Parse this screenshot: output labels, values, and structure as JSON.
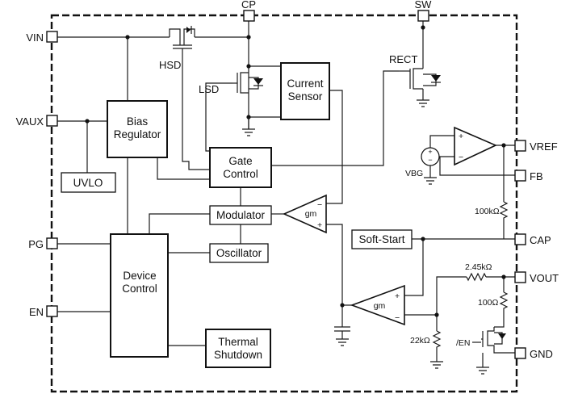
{
  "pins": {
    "vin": "VIN",
    "vaux": "VAUX",
    "pg": "PG",
    "en": "EN",
    "cp": "CP",
    "sw": "SW",
    "vref": "VREF",
    "fb": "FB",
    "cap": "CAP",
    "vout": "VOUT",
    "gnd": "GND"
  },
  "blocks": {
    "bias_regulator": [
      "Bias",
      "Regulator"
    ],
    "uvlo": "UVLO",
    "device_control": [
      "Device",
      "Control"
    ],
    "current_sensor": [
      "Current",
      "Sensor"
    ],
    "gate_control": [
      "Gate",
      "Control"
    ],
    "modulator": "Modulator",
    "oscillator": "Oscillator",
    "thermal_shutdown": [
      "Thermal",
      "Shutdown"
    ],
    "soft_start": "Soft-Start"
  },
  "devices": {
    "hsd": "HSD",
    "lsd": "LSD",
    "rect": "RECT",
    "vbg": "VBG",
    "en_bar": "/EN"
  },
  "amplifiers": {
    "gm_top": "gm",
    "gm_bottom": "gm",
    "plus": "+",
    "minus": "−"
  },
  "resistors": {
    "r_100k": "100kΩ",
    "r_2_45k": "2.45kΩ",
    "r_100": "100Ω",
    "r_22k": "22kΩ"
  }
}
